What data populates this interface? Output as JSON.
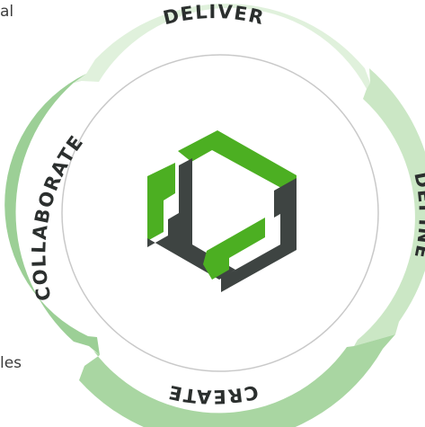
{
  "fragments": {
    "top": "al",
    "bottom": "les"
  },
  "stages": {
    "deliver": "DELIVER",
    "define": "DEFINE",
    "create": "CREATE",
    "collaborate": "COLLABORATE"
  },
  "colors": {
    "arrow_light": "#dcefd8",
    "arrow_mid": "#bfe0b9",
    "arrow_dark": "#9ccf96",
    "circle_border": "#c9c9c9",
    "logo_green": "#4caf22",
    "logo_dark": "#3e4442"
  },
  "logo_icon": "hexagon-play-logo"
}
